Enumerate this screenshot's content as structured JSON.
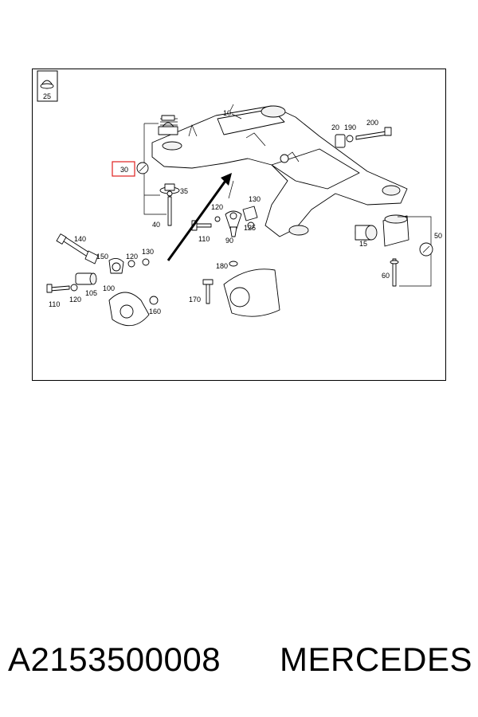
{
  "diagram": {
    "labels": {
      "l10": "10",
      "l15": "15",
      "l20": "20",
      "l25": "25",
      "l30": "30",
      "l35": "35",
      "l40": "40",
      "l50": "50",
      "l60": "60",
      "l90": "90",
      "l100": "100",
      "l105": "105",
      "l110a": "110",
      "l110b": "110",
      "l120a": "120",
      "l120b": "120",
      "l120c": "120",
      "l125": "125",
      "l130a": "130",
      "l130b": "130",
      "l140": "140",
      "l150": "150",
      "l160": "160",
      "l170": "170",
      "l180": "180",
      "l190": "190",
      "l200": "200"
    },
    "highlight_color": "#e0201e"
  },
  "caption": {
    "part_number": "A2153500008",
    "brand": "MERCEDES"
  }
}
